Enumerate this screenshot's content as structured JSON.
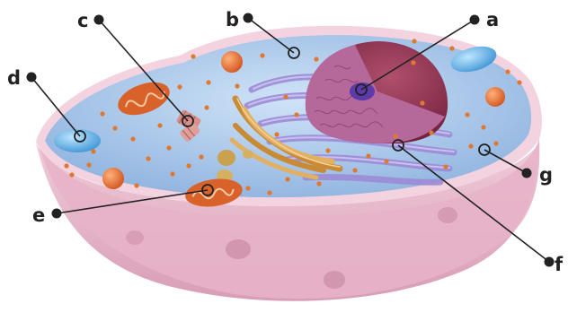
{
  "labels": {
    "a": "a",
    "b": "b",
    "c": "c",
    "d": "d",
    "e": "e",
    "f": "f",
    "g": "g"
  },
  "colors": {
    "membrane_outer": "#eab8cc",
    "membrane_inner": "#d99ab3",
    "cytoplasm": "#a9c9ec",
    "nucleus": "#8d2f4e",
    "nucleus_cut": "#b7669a",
    "nucleolus": "#5a3aa8",
    "golgi": "#d7a04e",
    "er": "#a89ad8",
    "mitochondrion": "#d9622b",
    "vacuole": "#5fb0e6",
    "pointer": "#222222"
  }
}
